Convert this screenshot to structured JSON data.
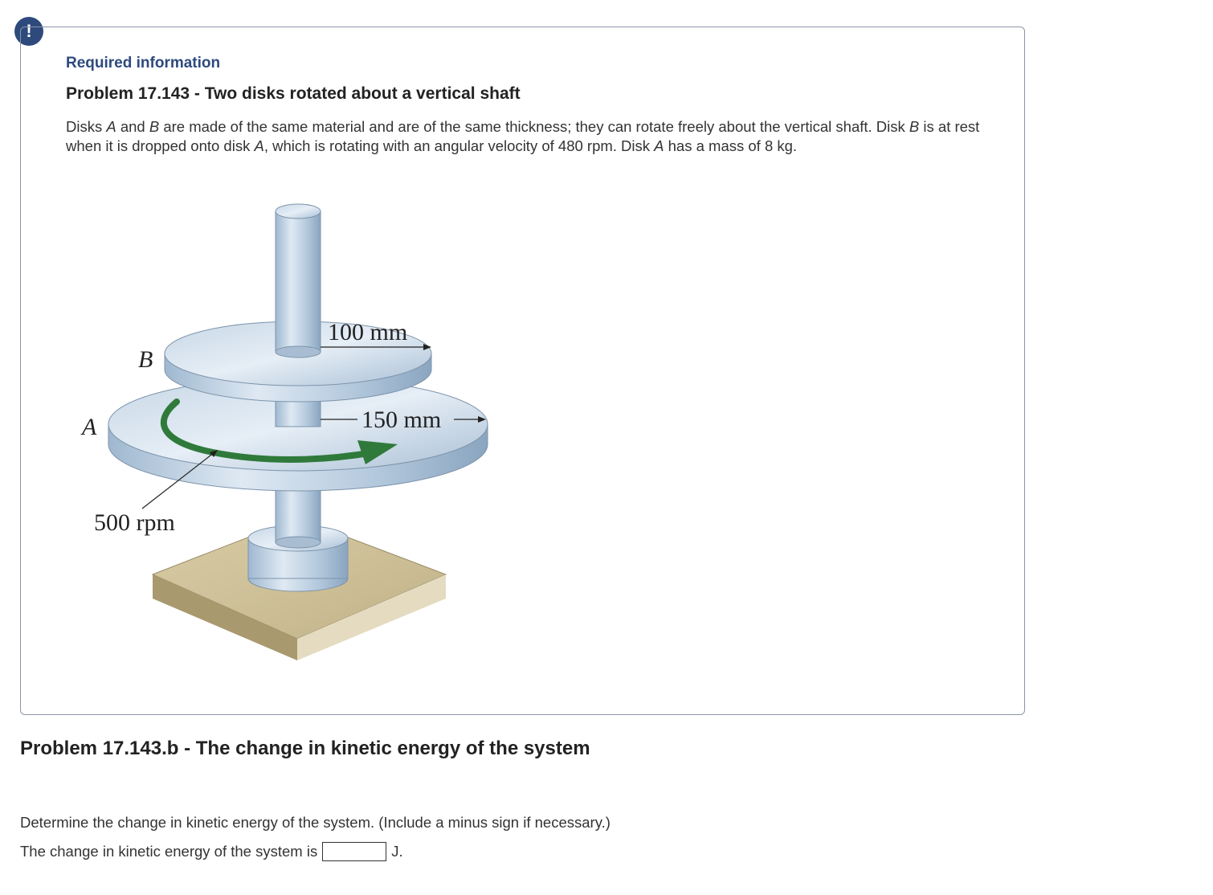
{
  "alert": {
    "symbol": "!"
  },
  "info": {
    "heading": "Required information",
    "problem_title": "Problem 17.143 - Two disks rotated about a vertical shaft",
    "description": {
      "s1": "Disks ",
      "a1": "A",
      "s2": " and ",
      "b1": "B",
      "s3": " are made of the same material and are of the same thickness; they can rotate freely about the vertical shaft. Disk ",
      "b2": "B",
      "s4": " is at rest when it is dropped onto disk ",
      "a2": "A",
      "s5": ", which is rotating with an angular velocity of 480 rpm. Disk ",
      "a3": "A",
      "s6": " has a mass of 8 kg."
    }
  },
  "figure": {
    "label_b": "B",
    "label_a": "A",
    "radius_b": "100 mm",
    "radius_a": "150 mm",
    "speed": "500 rpm",
    "colors": {
      "metal": "#b9cde0",
      "metal_dark": "#8fa8c2",
      "arrow": "#2f7a3b",
      "base": "#c9b98f"
    }
  },
  "part_b": {
    "title": "Problem 17.143.b - The change in kinetic energy of the system",
    "question": "Determine the change in kinetic energy of the system. (Include a minus sign if necessary.)",
    "answer_prefix": "The change in kinetic energy of the system is",
    "answer_value": "",
    "answer_unit": "J."
  }
}
